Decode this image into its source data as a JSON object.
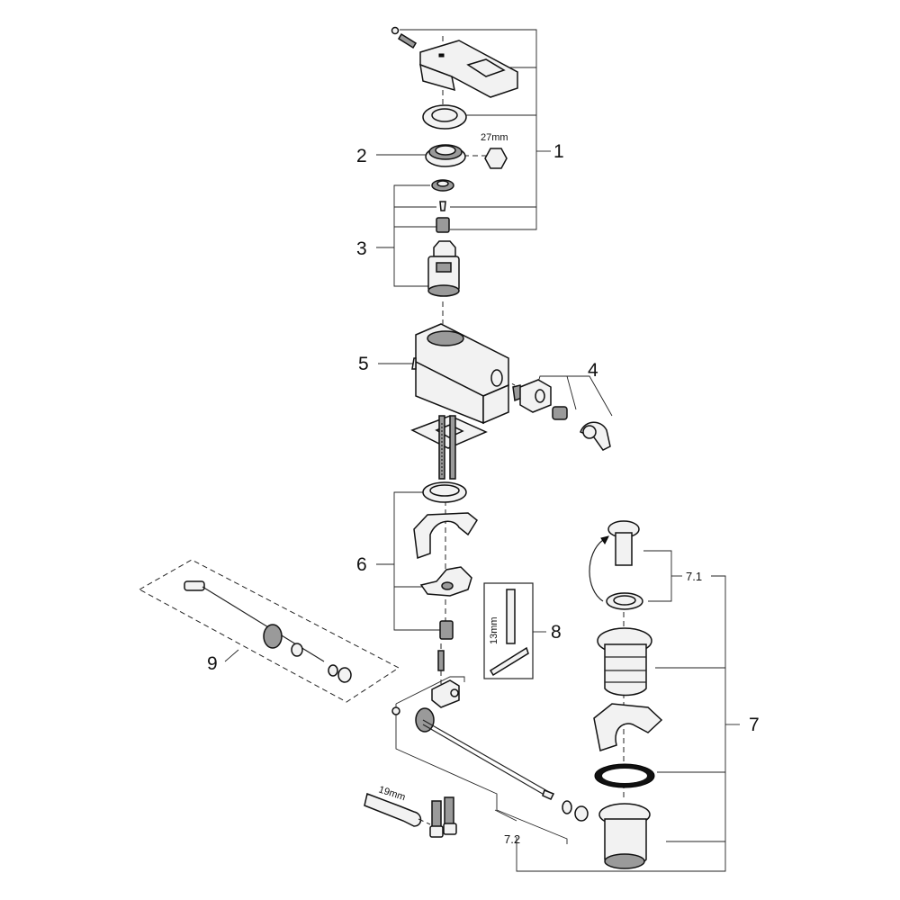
{
  "callouts": {
    "c1": "1",
    "c2": "2",
    "c3": "3",
    "c4": "4",
    "c5": "5",
    "c6": "6",
    "c7": "7",
    "c7_1": "7.1",
    "c7_2": "7.2",
    "c8": "8",
    "c9": "9"
  },
  "dimensions": {
    "hex_wrench": "27mm",
    "tool_8": "13mm",
    "spanner": "19mm"
  }
}
